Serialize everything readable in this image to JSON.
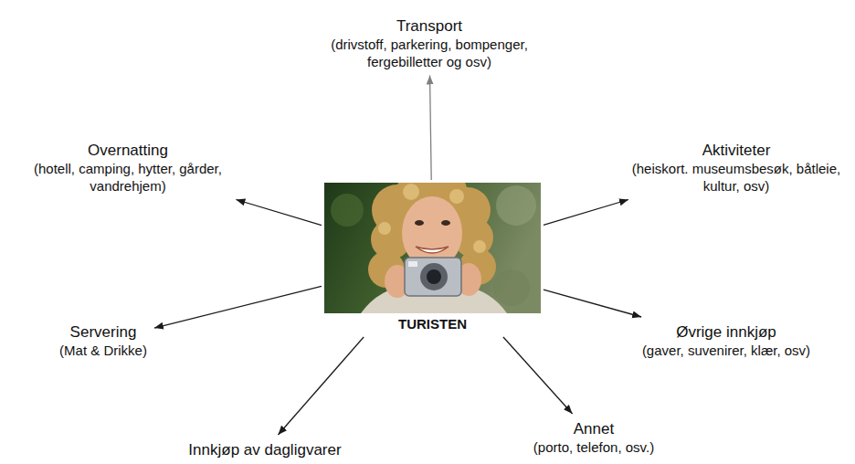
{
  "diagram": {
    "nodes": [
      {
        "text": [
          "Transport",
          "(drivstoff, parkering, bompenger, fergebilletter og osv)"
        ]
      },
      {
        "text": [
          "Overnatting",
          "(hotell, camping, hytter, gårder, vandrehjem)"
        ]
      },
      {
        "text": [
          "Aktiviteter",
          "(heiskort. museumsbesøk, båtleie, kultur, osv)"
        ]
      },
      {
        "text": [
          "TURISTEN"
        ]
      },
      {
        "text": [
          "Servering",
          "(Mat & Drikke)"
        ]
      },
      {
        "text": [
          "Øvrige innkjøp",
          "(gaver, suvenirer, klær, osv)"
        ]
      },
      {
        "text": [
          "Annet",
          "(porto, telefon, osv.)"
        ]
      },
      {
        "text": [
          "Innkjøp av dagligvarer"
        ]
      }
    ],
    "edges": [
      {
        "from": 3,
        "to": 0,
        "arrow": "to"
      },
      {
        "from": 3,
        "to": 1,
        "arrow": "to"
      },
      {
        "from": 3,
        "to": 2,
        "arrow": "to"
      },
      {
        "from": 3,
        "to": 4,
        "arrow": "to"
      },
      {
        "from": 3,
        "to": 5,
        "arrow": "to"
      },
      {
        "from": 3,
        "to": 6,
        "arrow": "to"
      },
      {
        "from": 3,
        "to": 7,
        "arrow": "to"
      }
    ]
  }
}
